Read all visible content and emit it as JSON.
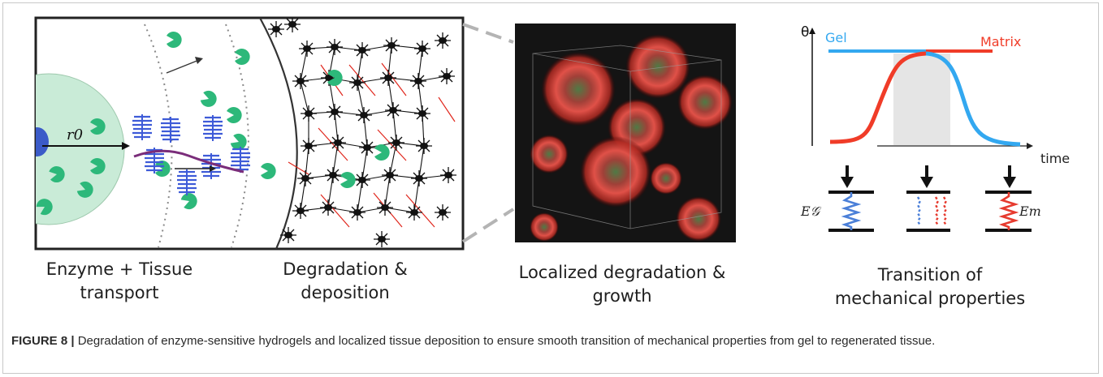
{
  "panels": {
    "transport": {
      "label_line1": "Enzyme + Tissue",
      "label_line2": "transport",
      "radius_label": "r0"
    },
    "degradation": {
      "label_line1": "Degradation &",
      "label_line2": "deposition"
    },
    "localized": {
      "label_line1": "Localized degradation &",
      "label_line2": "growth"
    },
    "mechanical": {
      "label_line1": "Transition of",
      "label_line2": "mechanical properties"
    }
  },
  "chart": {
    "y_axis_label": "θ",
    "x_axis_label": "time",
    "series_gel": "Gel",
    "series_matrix": "Matrix",
    "gel_color": "#33a8f0",
    "matrix_color": "#f03c28",
    "spring_gel_label": "E𝒢",
    "spring_matrix_label": "Em"
  },
  "caption": {
    "figure_label": "FIGURE 8 |",
    "text": "Degradation of enzyme-sensitive hydrogels and localized tissue deposition to ensure smooth transition of mechanical properties from gel to regenerated tissue."
  }
}
